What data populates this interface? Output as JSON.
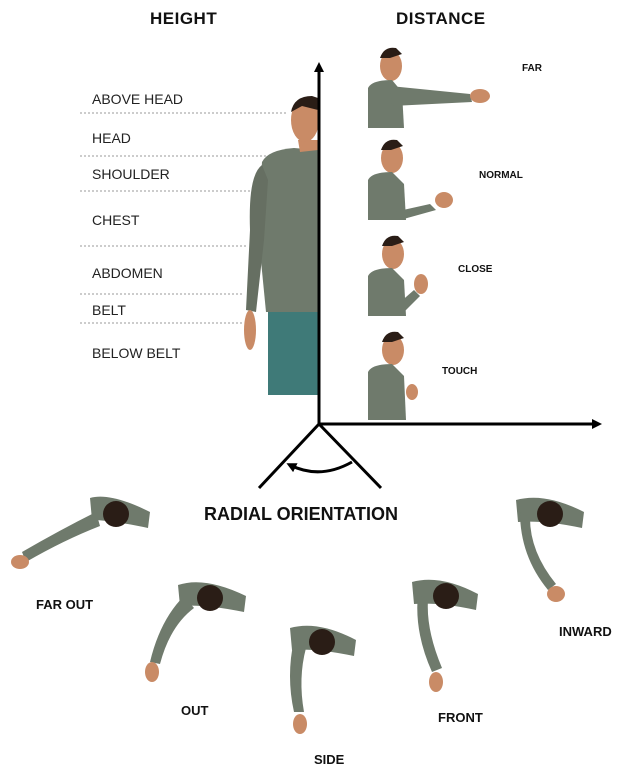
{
  "titles": {
    "height": "HEIGHT",
    "distance": "DISTANCE",
    "radial": "RADIAL ORIENTATION"
  },
  "height_levels": [
    "ABOVE HEAD",
    "HEAD",
    "SHOULDER",
    "CHEST",
    "ABDOMEN",
    "BELT",
    "BELOW BELT"
  ],
  "distance_levels": [
    "FAR",
    "NORMAL",
    "CLOSE",
    "TOUCH"
  ],
  "orientation_levels": [
    "FAR OUT",
    "OUT",
    "SIDE",
    "FRONT",
    "INWARD"
  ],
  "colors": {
    "shirt": "#6f7a6c",
    "pants": "#3f7a78",
    "skin": "#c98b66",
    "hair": "#2a1d16",
    "axis": "#000000"
  }
}
